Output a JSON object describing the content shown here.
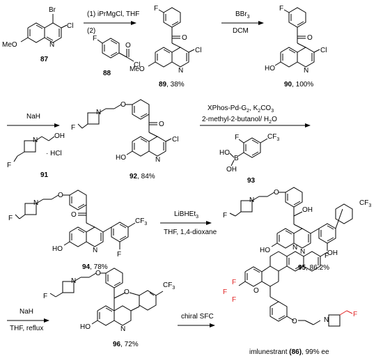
{
  "compounds": {
    "c87": {
      "id": "87"
    },
    "c88": {
      "id": "88"
    },
    "c89": {
      "id": "89",
      "yield": ", 38%"
    },
    "c90": {
      "id": "90",
      "yield": ", 100%"
    },
    "c91": {
      "id": "91"
    },
    "c92": {
      "id": "92",
      "yield": ", 84%"
    },
    "c93": {
      "id": "93"
    },
    "c94": {
      "id": "94",
      "yield": ", 78%"
    },
    "c95": {
      "id": "95",
      "yield": ", 86.2%"
    },
    "c96": {
      "id": "96",
      "yield": ", 72%"
    },
    "c86": {
      "name": "imlunestrant ",
      "id": "(86)",
      "yield": ", 99% ee"
    }
  },
  "reagents": {
    "step1_line1": "(1) iPrMgCl, THF",
    "step1_line2": "(2)",
    "step2_line1": "BBr",
    "step2_sub": "3",
    "step2_line2": "DCM",
    "step3_line1": "NaH",
    "step3_salt": "· HCl",
    "step4_line1a": "XPhos-Pd-G",
    "step4_line1b": ", K",
    "step4_line1c": "CO",
    "step4_line2": "2-methyl-2-butanol/ H",
    "step4_line2b": "O",
    "step5_line1": "LiBHEt",
    "step5_line2": "THF, 1,4-dioxane",
    "step6_line1": "NaH",
    "step6_line2": "THF, reflux",
    "step7_line1": "chiral SFC"
  },
  "atoms": {
    "Br": "Br",
    "Cl": "Cl",
    "N": "N",
    "F": "F",
    "O": "O",
    "OH": "OH",
    "MeO": "MeO",
    "HO": "HO",
    "HO_B": "HO",
    "B": "B",
    "F3C": "F",
    "CF3": "CF"
  },
  "colors": {
    "fluorine_highlight": "#e02020"
  }
}
